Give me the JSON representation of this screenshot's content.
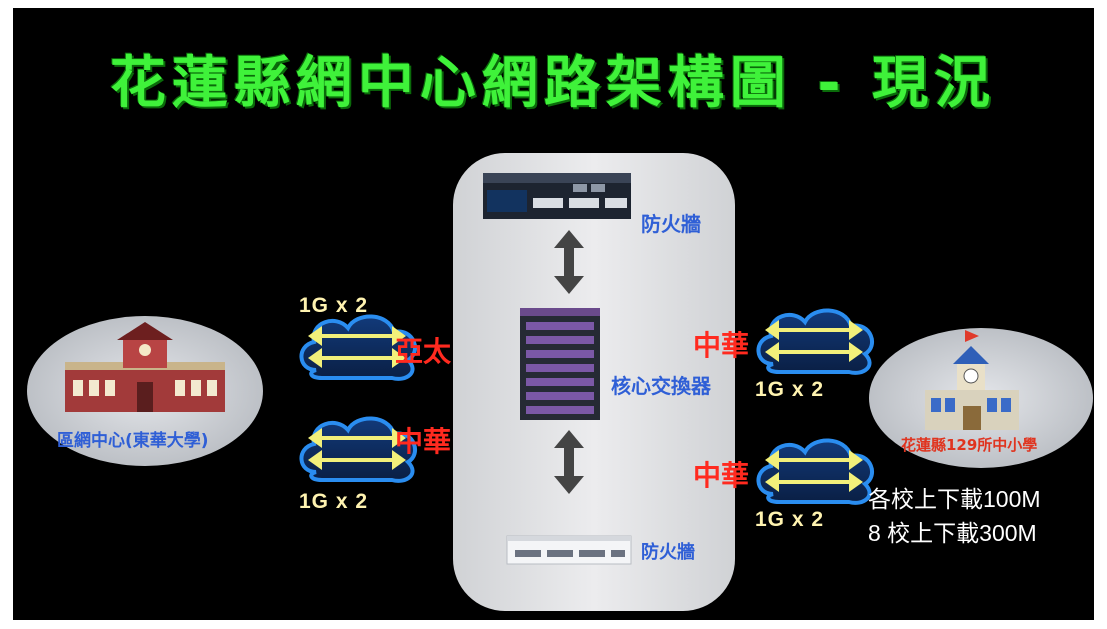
{
  "diagram": {
    "title": "花蓮縣網中心網路架構圖 - 現況",
    "left_site": {
      "label": "區網中心(東華大學)",
      "icon": "university-building-icon"
    },
    "right_site": {
      "label": "花蓮縣129所中小學",
      "icon": "school-building-icon"
    },
    "core": {
      "top_firewall_label": "防火牆",
      "switch_label": "核心交換器",
      "bottom_firewall_label": "防火牆"
    },
    "left_links": [
      {
        "bandwidth": "1G x 2",
        "isp": "亞太"
      },
      {
        "bandwidth": "1G x 2",
        "isp": "中華"
      }
    ],
    "right_links": [
      {
        "isp": "中華",
        "bandwidth": "1G x 2"
      },
      {
        "isp": "中華",
        "bandwidth": "1G x 2"
      }
    ],
    "notes": [
      "各校上下載100M",
      "8 校上下載300M"
    ],
    "colors": {
      "background": "#000000",
      "title": "#3ff23a",
      "core_panel": "#dfe0e2",
      "site_ellipse": "#c4c7cc",
      "cloud": "#1e6fd0",
      "arrow": "#f2f07a",
      "isp_text": "#ff2a1f",
      "site_text": "#2f5fd6",
      "bandwidth_text": "#fff3b0"
    }
  }
}
